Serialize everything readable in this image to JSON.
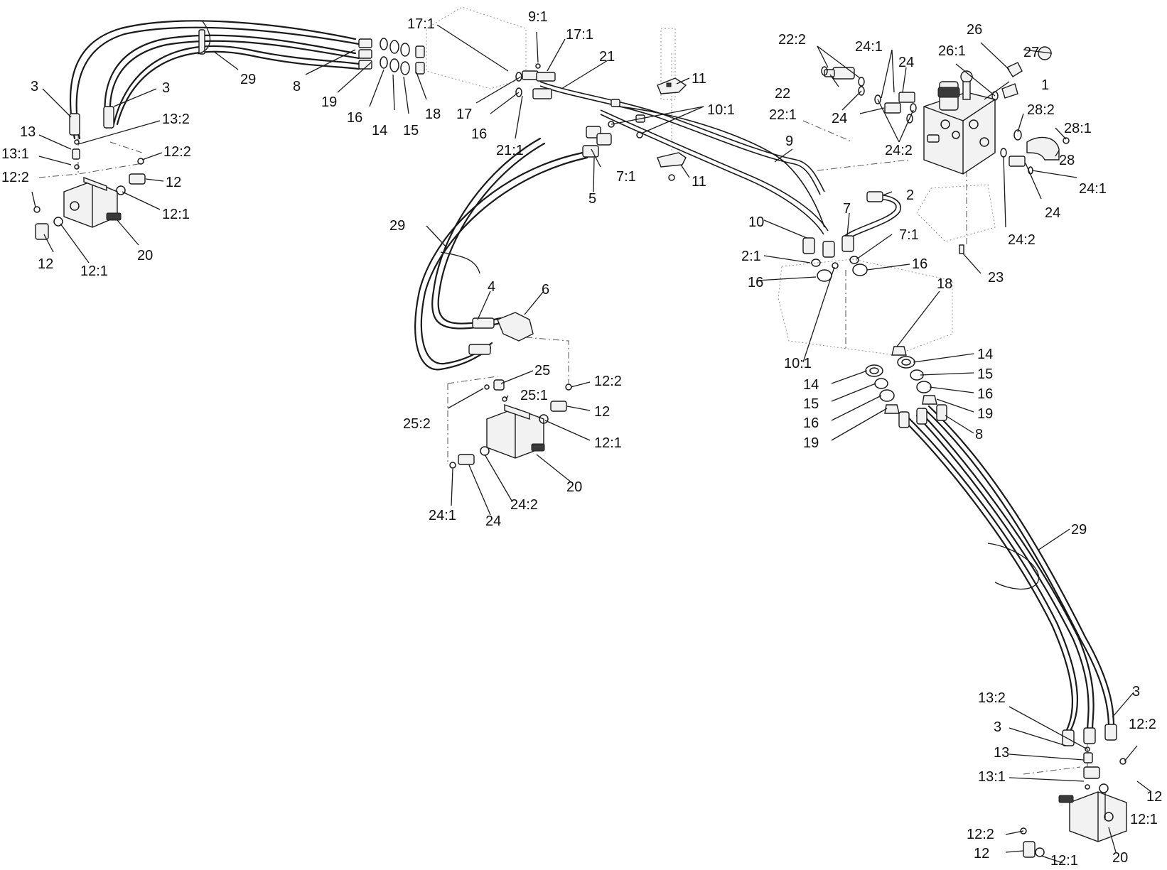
{
  "diagram": {
    "callouts": [
      {
        "id": "c-17-1-top",
        "text": "17:1"
      },
      {
        "id": "c-9-1",
        "text": "9:1"
      },
      {
        "id": "c-17-1-b",
        "text": "17:1"
      },
      {
        "id": "c-21",
        "text": "21"
      },
      {
        "id": "c-29-top",
        "text": "29"
      },
      {
        "id": "c-8-top",
        "text": "8"
      },
      {
        "id": "c-19-top",
        "text": "19"
      },
      {
        "id": "c-16-top",
        "text": "16"
      },
      {
        "id": "c-14-top",
        "text": "14"
      },
      {
        "id": "c-15-top",
        "text": "15"
      },
      {
        "id": "c-18-top",
        "text": "18"
      },
      {
        "id": "c-17",
        "text": "17"
      },
      {
        "id": "c-16-mid",
        "text": "16"
      },
      {
        "id": "c-21-1",
        "text": "21:1"
      },
      {
        "id": "c-3-a",
        "text": "3"
      },
      {
        "id": "c-3-b",
        "text": "3"
      },
      {
        "id": "c-13-left",
        "text": "13"
      },
      {
        "id": "c-13-2-left",
        "text": "13:2"
      },
      {
        "id": "c-13-1-left",
        "text": "13:1"
      },
      {
        "id": "c-12-2-left-a",
        "text": "12:2"
      },
      {
        "id": "c-12-2-left-b",
        "text": "12:2"
      },
      {
        "id": "c-12-left-a",
        "text": "12"
      },
      {
        "id": "c-12-1-left-a",
        "text": "12:1"
      },
      {
        "id": "c-12-left-b",
        "text": "12"
      },
      {
        "id": "c-12-1-left-b",
        "text": "12:1"
      },
      {
        "id": "c-20-left",
        "text": "20"
      },
      {
        "id": "c-11-a",
        "text": "11"
      },
      {
        "id": "c-11-b",
        "text": "11"
      },
      {
        "id": "c-10-1-top",
        "text": "10:1"
      },
      {
        "id": "c-9",
        "text": "9"
      },
      {
        "id": "c-7-1-top",
        "text": "7:1"
      },
      {
        "id": "c-5",
        "text": "5"
      },
      {
        "id": "c-22-2",
        "text": "22:2"
      },
      {
        "id": "c-22",
        "text": "22"
      },
      {
        "id": "c-22-1",
        "text": "22:1"
      },
      {
        "id": "c-24-1-top",
        "text": "24:1"
      },
      {
        "id": "c-24-a",
        "text": "24"
      },
      {
        "id": "c-24-b",
        "text": "24"
      },
      {
        "id": "c-24-2-top",
        "text": "24:2"
      },
      {
        "id": "c-26",
        "text": "26"
      },
      {
        "id": "c-26-1",
        "text": "26:1"
      },
      {
        "id": "c-27",
        "text": "27"
      },
      {
        "id": "c-1",
        "text": "1"
      },
      {
        "id": "c-28-2",
        "text": "28:2"
      },
      {
        "id": "c-28-1",
        "text": "28:1"
      },
      {
        "id": "c-28",
        "text": "28"
      },
      {
        "id": "c-24-1-right",
        "text": "24:1"
      },
      {
        "id": "c-24-right",
        "text": "24"
      },
      {
        "id": "c-24-2-right",
        "text": "24:2"
      },
      {
        "id": "c-23",
        "text": "23"
      },
      {
        "id": "c-2",
        "text": "2"
      },
      {
        "id": "c-7",
        "text": "7"
      },
      {
        "id": "c-10",
        "text": "10"
      },
      {
        "id": "c-7-1-mid",
        "text": "7:1"
      },
      {
        "id": "c-2-1",
        "text": "2:1"
      },
      {
        "id": "c-16-r-a",
        "text": "16"
      },
      {
        "id": "c-16-r-b",
        "text": "16"
      },
      {
        "id": "c-29-mid",
        "text": "29"
      },
      {
        "id": "c-4",
        "text": "4"
      },
      {
        "id": "c-6",
        "text": "6"
      },
      {
        "id": "c-18-r",
        "text": "18"
      },
      {
        "id": "c-10-1-r",
        "text": "10:1"
      },
      {
        "id": "c-14-r-a",
        "text": "14"
      },
      {
        "id": "c-15-r-a",
        "text": "15"
      },
      {
        "id": "c-16-r-c",
        "text": "16"
      },
      {
        "id": "c-19-r-a",
        "text": "19"
      },
      {
        "id": "c-14-r-b",
        "text": "14"
      },
      {
        "id": "c-15-r-b",
        "text": "15"
      },
      {
        "id": "c-16-r-d",
        "text": "16"
      },
      {
        "id": "c-19-r-b",
        "text": "19"
      },
      {
        "id": "c-8-r",
        "text": "8"
      },
      {
        "id": "c-25",
        "text": "25"
      },
      {
        "id": "c-25-1",
        "text": "25:1"
      },
      {
        "id": "c-25-2",
        "text": "25:2"
      },
      {
        "id": "c-12-2-mid",
        "text": "12:2"
      },
      {
        "id": "c-12-mid",
        "text": "12"
      },
      {
        "id": "c-12-1-mid",
        "text": "12:1"
      },
      {
        "id": "c-20-mid",
        "text": "20"
      },
      {
        "id": "c-24-1-mid",
        "text": "24:1"
      },
      {
        "id": "c-24-mid",
        "text": "24"
      },
      {
        "id": "c-24-2-mid",
        "text": "24:2"
      },
      {
        "id": "c-29-right",
        "text": "29"
      },
      {
        "id": "c-13-2-right",
        "text": "13:2"
      },
      {
        "id": "c-3-right-a",
        "text": "3"
      },
      {
        "id": "c-3-right-b",
        "text": "3"
      },
      {
        "id": "c-12-2-right-a",
        "text": "12:2"
      },
      {
        "id": "c-13-right",
        "text": "13"
      },
      {
        "id": "c-13-1-right",
        "text": "13:1"
      },
      {
        "id": "c-12-right-a",
        "text": "12"
      },
      {
        "id": "c-12-1-right-a",
        "text": "12:1"
      },
      {
        "id": "c-12-2-right-b",
        "text": "12:2"
      },
      {
        "id": "c-12-right-b",
        "text": "12"
      },
      {
        "id": "c-20-right",
        "text": "20"
      },
      {
        "id": "c-12-1-right-b",
        "text": "12:1"
      }
    ]
  }
}
